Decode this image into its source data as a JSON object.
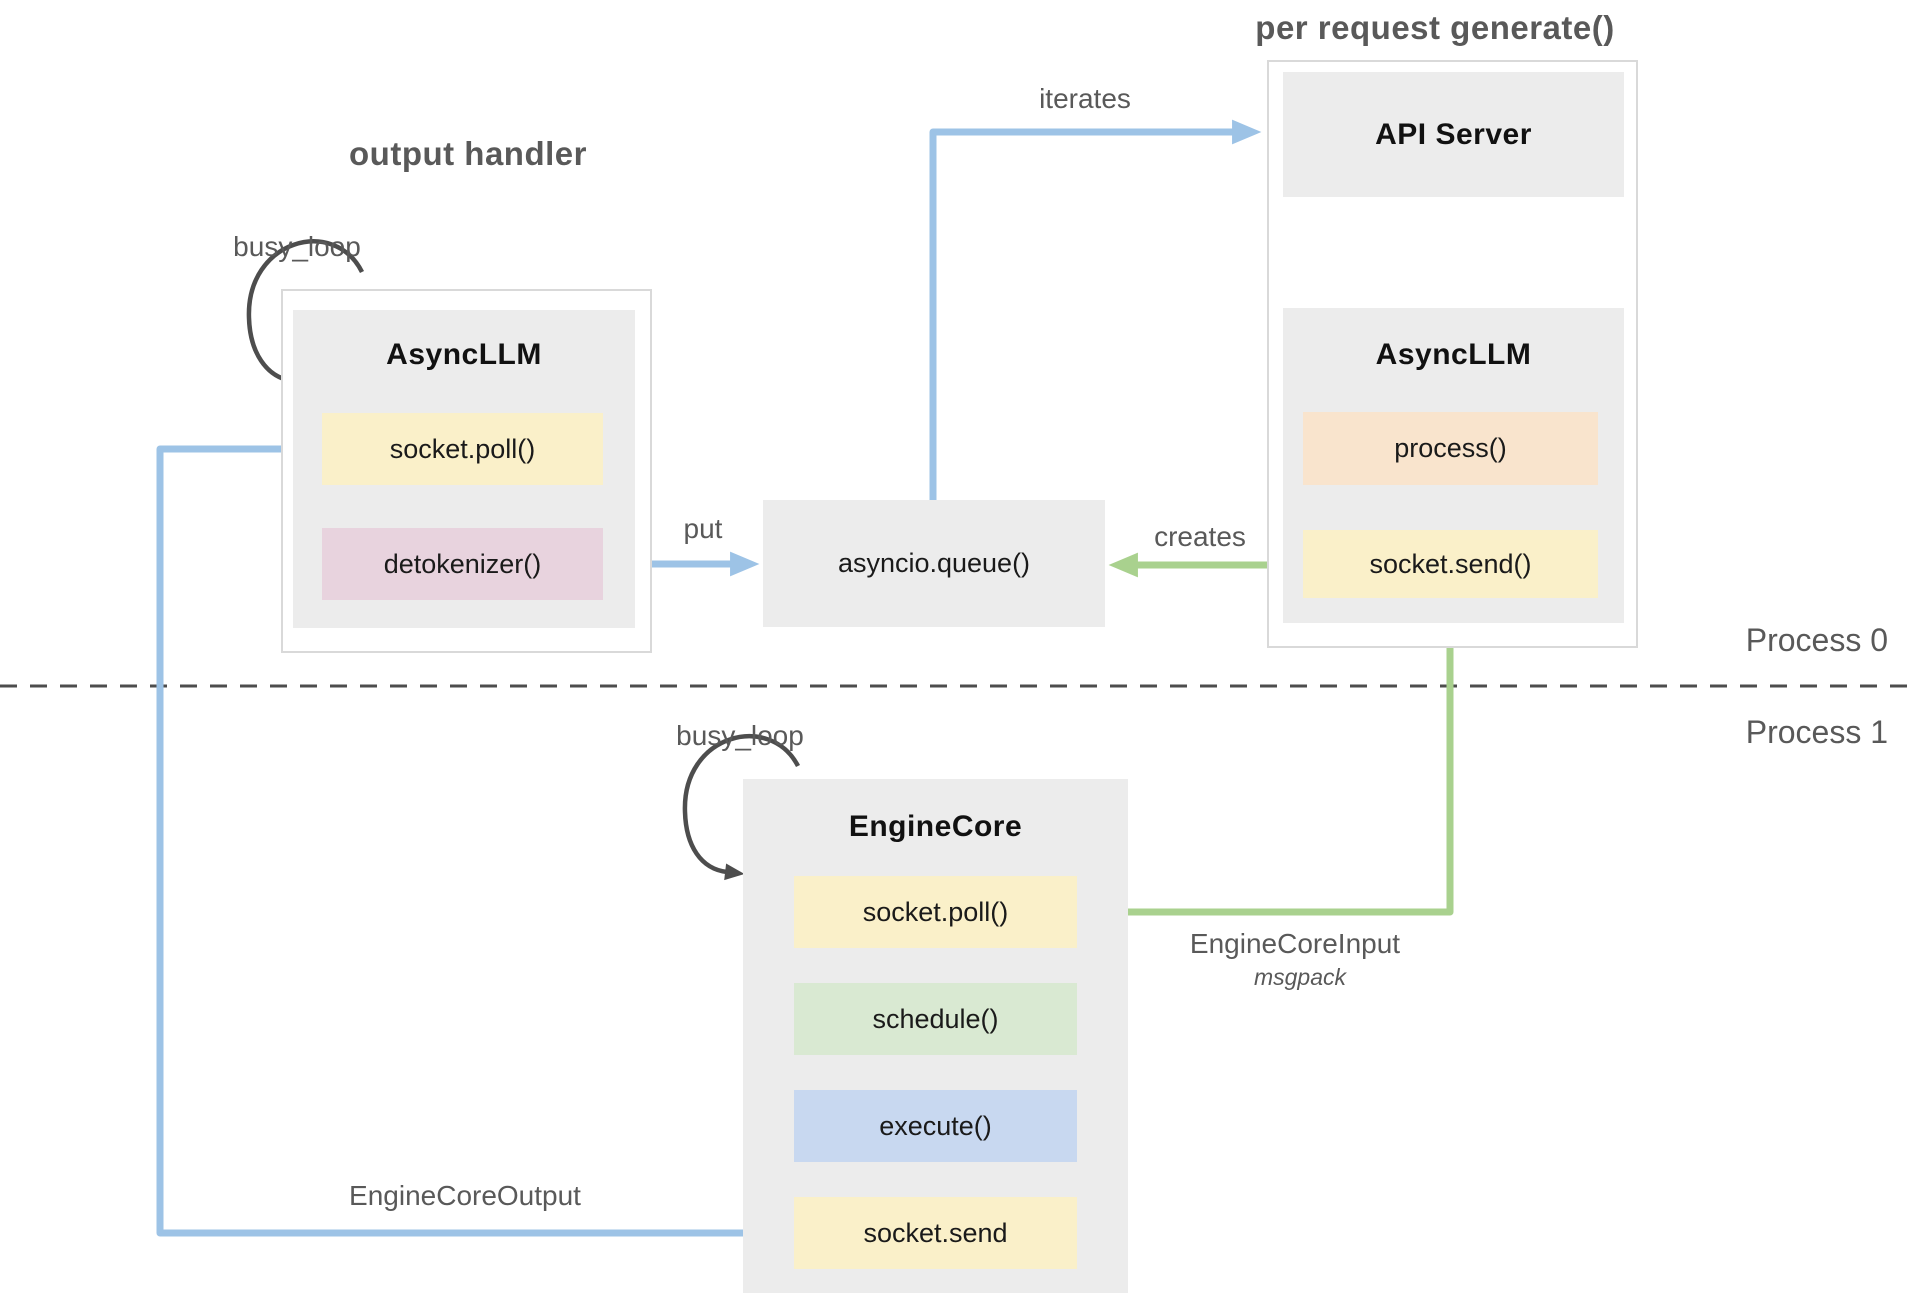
{
  "titles": {
    "output_handler": "output handler",
    "per_request_generate": "per request generate()"
  },
  "process_lanes": {
    "process0": "Process 0",
    "process1": "Process 1"
  },
  "nodes": {
    "async_llm_left": {
      "title": "AsyncLLM",
      "methods": {
        "socket_poll": "socket.poll()",
        "detokenizer": "detokenizer()"
      }
    },
    "api_server": {
      "title": "API Server"
    },
    "async_llm_right": {
      "title": "AsyncLLM",
      "methods": {
        "process": "process()",
        "socket_send": "socket.send()"
      }
    },
    "asyncio_queue": {
      "title": "asyncio.queue()"
    },
    "engine_core": {
      "title": "EngineCore",
      "methods": {
        "socket_poll": "socket.poll()",
        "schedule": "schedule()",
        "execute": "execute()",
        "socket_send": "socket.send"
      }
    }
  },
  "edge_labels": {
    "busy_loop_left": "busy_loop",
    "busy_loop_engine": "busy_loop",
    "iterates": "iterates",
    "put": "put",
    "creates": "creates",
    "engine_core_input": "EngineCoreInput",
    "msgpack": "msgpack",
    "engine_core_output": "EngineCoreOutput"
  },
  "colors": {
    "arrow_blue": "#9dc3e6",
    "arrow_green": "#a9d18e",
    "loop_arc_dark": "#4d4d4d",
    "dashed_divider": "#4d4d4d",
    "box_gray": "#ececec",
    "frame_border": "#d9d9d9",
    "method_yellow": "#faf0c9",
    "method_pink": "#e8d3de",
    "method_orange": "#f9e4cd",
    "method_green": "#d9e9d2",
    "method_blue": "#c8d8f0",
    "label_gray": "#595959",
    "label_black": "#1a1a1a"
  }
}
